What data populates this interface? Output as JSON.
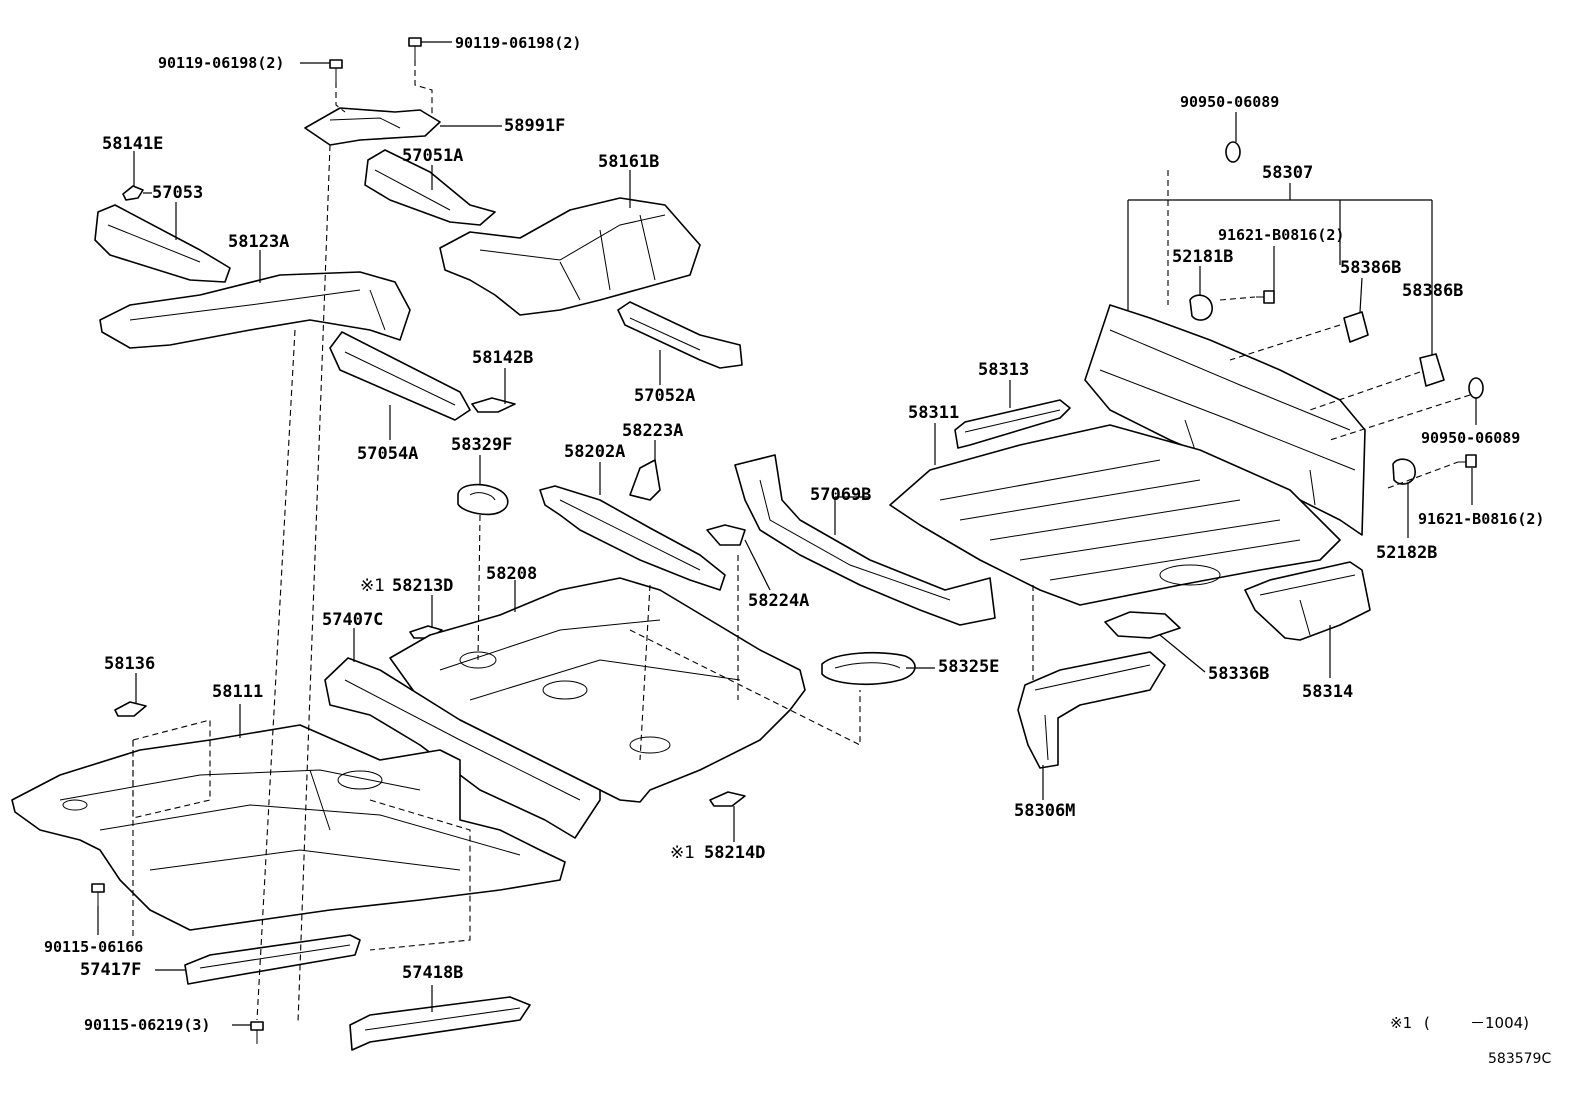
{
  "diagram": {
    "code": "583579C",
    "footnote": {
      "mark": "※1",
      "open": "(",
      "range": "－1004)"
    },
    "labels": {
      "p90119_06198_a": "90119-06198(2)",
      "p90119_06198_b": "90119-06198(2)",
      "p58991F": "58991F",
      "p58141E": "58141E",
      "p57053": "57053",
      "p57051A": "57051A",
      "p58161B": "58161B",
      "p58123A": "58123A",
      "p58142B": "58142B",
      "p57052A": "57052A",
      "p57054A": "57054A",
      "p58329F": "58329F",
      "p58223A": "58223A",
      "p58202A": "58202A",
      "p57069B": "57069B",
      "p58213D": "58213D",
      "p58213D_mark": "※1",
      "p58208": "58208",
      "p57407C": "57407C",
      "p58224A": "58224A",
      "p58325E": "58325E",
      "p58136": "58136",
      "p58111": "58111",
      "p58214D": "58214D",
      "p58214D_mark": "※1",
      "p90115_06166": "90115-06166",
      "p57417F": "57417F",
      "p57418B": "57418B",
      "p90115_06219": "90115-06219(3)",
      "p90950_06089_a": "90950-06089",
      "p58307": "58307",
      "p91621_B0816_a": "91621-B0816(2)",
      "p52181B": "52181B",
      "p58386B_a": "58386B",
      "p58386B_b": "58386B",
      "p90950_06089_b": "90950-06089",
      "p58313": "58313",
      "p58311": "58311",
      "p91621_B0816_b": "91621-B0816(2)",
      "p52182B": "52182B",
      "p58314": "58314",
      "p58336B": "58336B",
      "p58306M": "58306M"
    }
  }
}
